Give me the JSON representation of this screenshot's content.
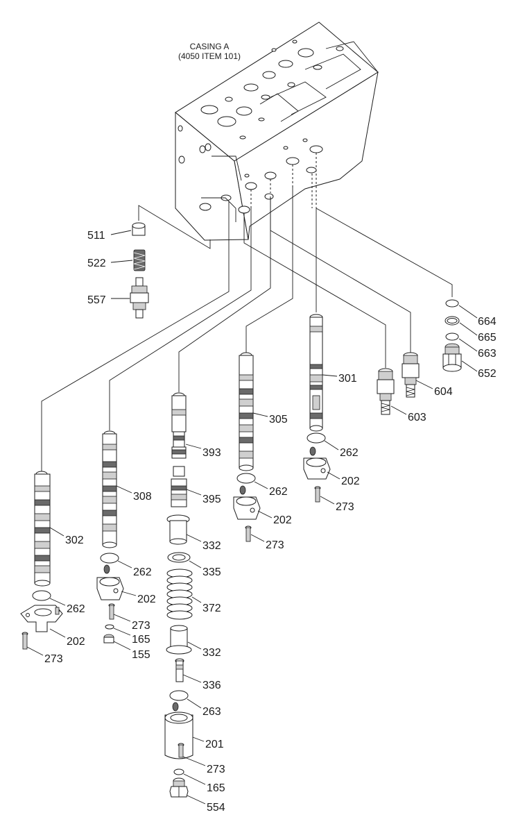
{
  "casing": {
    "title": "CASING A",
    "subtitle": "(4050 ITEM 101)"
  },
  "labels": {
    "p511": "511",
    "p522": "522",
    "p557": "557",
    "p664": "664",
    "p665": "665",
    "p663": "663",
    "p652": "652",
    "p604": "604",
    "p603": "603",
    "p301": "301",
    "p262a": "262",
    "p202a": "202",
    "p273a": "273",
    "p305": "305",
    "p262b": "262",
    "p202b": "202",
    "p273b": "273",
    "p393": "393",
    "p395": "395",
    "p332a": "332",
    "p335": "335",
    "p372": "372",
    "p332b": "332",
    "p336": "336",
    "p263": "263",
    "p201": "201",
    "p273c": "273",
    "p165a": "165",
    "p554": "554",
    "p308": "308",
    "p262c": "262",
    "p202c": "202",
    "p273d": "273",
    "p165b": "165",
    "p155": "155",
    "p302": "302",
    "p262d": "262",
    "p202d": "202",
    "p273e": "273"
  }
}
